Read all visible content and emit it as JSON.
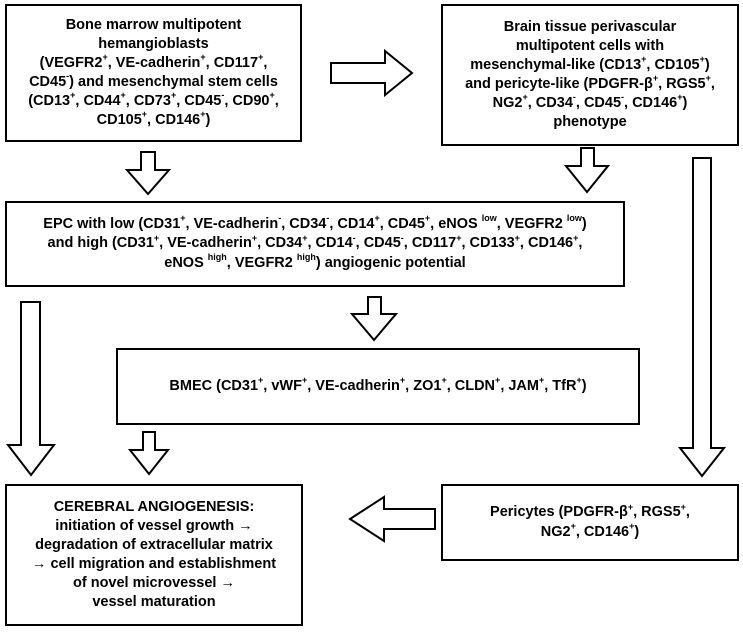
{
  "diagram": {
    "boxes": [
      {
        "id": "bone-marrow",
        "lines": [
          [
            {
              "t": "Bone marrow multipotent"
            }
          ],
          [
            {
              "t": "hemangioblasts"
            }
          ],
          [
            {
              "t": "(VEGFR2"
            },
            {
              "s": "+"
            },
            {
              "t": ", VE-cadherin"
            },
            {
              "s": "+"
            },
            {
              "t": ", CD117"
            },
            {
              "s": "+"
            },
            {
              "t": ","
            }
          ],
          [
            {
              "t": "CD45"
            },
            {
              "s": "-"
            },
            {
              "t": ") and mesenchymal stem cells"
            }
          ],
          [
            {
              "t": "(CD13"
            },
            {
              "s": "+"
            },
            {
              "t": ", CD44"
            },
            {
              "s": "+"
            },
            {
              "t": ", CD73"
            },
            {
              "s": "+"
            },
            {
              "t": ", CD45"
            },
            {
              "s": "-"
            },
            {
              "t": ", CD90"
            },
            {
              "s": "+"
            },
            {
              "t": ","
            }
          ],
          [
            {
              "t": "CD105"
            },
            {
              "s": "+"
            },
            {
              "t": ", CD146"
            },
            {
              "s": "+"
            },
            {
              "t": ")"
            }
          ]
        ]
      },
      {
        "id": "brain-perivascular",
        "lines": [
          [
            {
              "t": "Brain tissue perivascular"
            }
          ],
          [
            {
              "t": "multipotent cells with"
            }
          ],
          [
            {
              "t": "mesenchymal-like (CD13"
            },
            {
              "s": "+"
            },
            {
              "t": ", CD105"
            },
            {
              "s": "+"
            },
            {
              "t": ")"
            }
          ],
          [
            {
              "t": "and pericyte-like (PDGFR-β"
            },
            {
              "s": "+"
            },
            {
              "t": ", RGS5"
            },
            {
              "s": "+"
            },
            {
              "t": ","
            }
          ],
          [
            {
              "t": "NG2"
            },
            {
              "s": "+"
            },
            {
              "t": ", CD34"
            },
            {
              "s": "-"
            },
            {
              "t": ", CD45"
            },
            {
              "s": "-"
            },
            {
              "t": ", CD146"
            },
            {
              "s": "+"
            },
            {
              "t": ")"
            }
          ],
          [
            {
              "t": "phenotype"
            }
          ]
        ]
      },
      {
        "id": "epc",
        "lines": [
          [
            {
              "t": "EPC with low (CD31"
            },
            {
              "s": "+"
            },
            {
              "t": ", VE-cadherin"
            },
            {
              "s": "-"
            },
            {
              "t": ", CD34"
            },
            {
              "s": "-"
            },
            {
              "t": ", CD14"
            },
            {
              "s": "+"
            },
            {
              "t": ", CD45"
            },
            {
              "s": "+"
            },
            {
              "t": ", eNOS "
            },
            {
              "s": "low"
            },
            {
              "t": ", VEGFR2 "
            },
            {
              "s": "low"
            },
            {
              "t": ")"
            }
          ],
          [
            {
              "t": "and high (CD31"
            },
            {
              "s": "+"
            },
            {
              "t": ", VE-cadherin"
            },
            {
              "s": "+"
            },
            {
              "t": ", CD34"
            },
            {
              "s": "+"
            },
            {
              "t": ", CD14"
            },
            {
              "s": "-"
            },
            {
              "t": ", CD45"
            },
            {
              "s": "-"
            },
            {
              "t": ", CD117"
            },
            {
              "s": "+"
            },
            {
              "t": ", CD133"
            },
            {
              "s": "+"
            },
            {
              "t": ", CD146"
            },
            {
              "s": "+"
            },
            {
              "t": ","
            }
          ],
          [
            {
              "t": "eNOS "
            },
            {
              "s": "high"
            },
            {
              "t": ", VEGFR2 "
            },
            {
              "s": "high"
            },
            {
              "t": ") angiogenic potential"
            }
          ]
        ]
      },
      {
        "id": "bmec",
        "lines": [
          [
            {
              "t": "BMEC (CD31"
            },
            {
              "s": "+"
            },
            {
              "t": ", vWF"
            },
            {
              "s": "+"
            },
            {
              "t": ", VE-cadherin"
            },
            {
              "s": "+"
            },
            {
              "t": ", ZO1"
            },
            {
              "s": "+"
            },
            {
              "t": ", CLDN"
            },
            {
              "s": "+"
            },
            {
              "t": ", JAM"
            },
            {
              "s": "+"
            },
            {
              "t": ", TfR"
            },
            {
              "s": "+"
            },
            {
              "t": ")"
            }
          ]
        ]
      },
      {
        "id": "cerebral-angiogenesis",
        "lines": [
          [
            {
              "t": "CEREBRAL ANGIOGENESIS:"
            }
          ],
          [
            {
              "t": "initiation of vessel growth →"
            }
          ],
          [
            {
              "t": "degradation of extracellular matrix"
            }
          ],
          [
            {
              "t": "→ cell migration and establishment"
            }
          ],
          [
            {
              "t": "of novel microvessel →"
            }
          ],
          [
            {
              "t": "vessel maturation"
            }
          ]
        ]
      },
      {
        "id": "pericytes",
        "lines": [
          [
            {
              "t": "Pericytes (PDGFR-β"
            },
            {
              "s": "+"
            },
            {
              "t": ", RGS5"
            },
            {
              "s": "+"
            },
            {
              "t": ","
            }
          ],
          [
            {
              "t": "NG2"
            },
            {
              "s": "+"
            },
            {
              "t": ", CD146"
            },
            {
              "s": "+"
            },
            {
              "t": ")"
            }
          ]
        ]
      }
    ],
    "arrows": [
      {
        "id": "bone-marrow-to-brain",
        "direction": "right"
      },
      {
        "id": "bone-marrow-to-epc",
        "direction": "down"
      },
      {
        "id": "brain-to-epc",
        "direction": "down"
      },
      {
        "id": "brain-to-pericytes",
        "direction": "down"
      },
      {
        "id": "epc-to-bmec",
        "direction": "down"
      },
      {
        "id": "epc-to-angiogenesis",
        "direction": "down"
      },
      {
        "id": "bmec-to-angiogenesis",
        "direction": "down"
      },
      {
        "id": "pericytes-to-angiogenesis",
        "direction": "left"
      }
    ]
  }
}
